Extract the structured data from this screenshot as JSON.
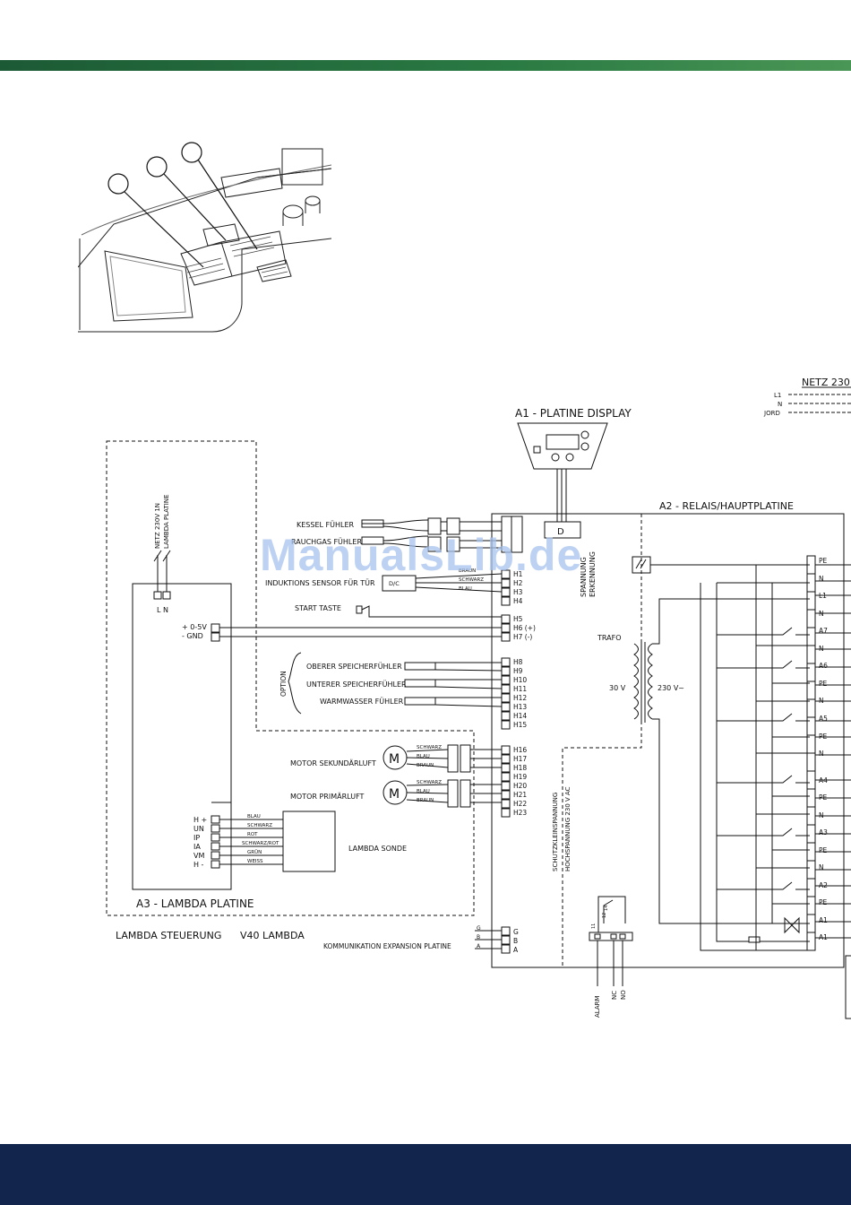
{
  "header": {
    "band_color": "#1e6b3a"
  },
  "footer": {
    "band_color": "#12264d"
  },
  "photo": {
    "callouts": 3
  },
  "watermark": "ManualsLib.de",
  "netz": {
    "title": "NETZ 230",
    "lines": [
      "L1",
      "N",
      "JORD"
    ]
  },
  "a1": {
    "title": "A1 - PLATINE DISPLAY",
    "d_label": "D"
  },
  "a2": {
    "title": "A2 - RELAIS/HAUPTPLATINE",
    "spannung": "SPANNUNG",
    "erkennung": "ERKENNUNG",
    "trafo": "TRAFO",
    "v30": "30 V",
    "v230": "230 V~",
    "schutz": "SCHUTZKLEINSPANNUNG",
    "hoch": "HOCHSPANNUNG 230 V AC",
    "alarm": "ALARM",
    "nc": "NC",
    "no": "NO",
    "relay_pins": [
      "14",
      "12",
      "11"
    ],
    "terminals_right": [
      "PE",
      "N",
      "L1",
      "N",
      "A7",
      "N",
      "A6",
      "PE",
      "N",
      "A5",
      "PE",
      "N",
      "A4",
      "PE",
      "N",
      "A3",
      "PE",
      "N",
      "A2",
      "PE",
      "A1",
      "A1"
    ]
  },
  "a3": {
    "title": "A3 - LAMBDA PLATINE",
    "netz_label": "NETZ 230V 1N",
    "netz_sub": "LAMBDA PLATINE",
    "ln": "L N",
    "v05": "+ 0-5V",
    "gnd": "- GND",
    "pins": [
      "H +",
      "UN",
      "IP",
      "IA",
      "VM",
      "H -"
    ],
    "wires": [
      "BLAU",
      "SCHWARZ",
      "ROT",
      "SCHWARZ/ROT",
      "GRÜN",
      "WEISS"
    ],
    "sonde": "LAMBDA SONDE"
  },
  "steuerung": {
    "left": "LAMBDA STEUERUNG",
    "right": "V40 LAMBDA"
  },
  "sensors": {
    "kessel": "KESSEL FÜHLER",
    "rauchgas": "RAUCHGAS FÜHLER",
    "induktion": "INDUKTIONS SENSOR FÜR TÜR",
    "dc": "D/C",
    "start": "START TASTE",
    "option": "OPTION",
    "oberer": "OBERER SPEICHERFÜHLER",
    "unterer": "UNTERER SPEICHERFÜHLER",
    "warmwasser": "WARMWASSER FÜHLER",
    "ind_wires": [
      "BRAUN",
      "SCHWARZ",
      "BLAU"
    ]
  },
  "motors": {
    "sek": "MOTOR SEKUNDÄRLUFT",
    "prim": "MOTOR PRIMÄRLUFT",
    "m": "M",
    "wires": [
      "SCHWARZ",
      "BLAU",
      "BRAUN"
    ]
  },
  "h_terminals": [
    "H1",
    "H2",
    "H3",
    "H4",
    "H5",
    "H6 (+)",
    "H7 (-)",
    "H8",
    "H9",
    "H10",
    "H11",
    "H12",
    "H13",
    "H14",
    "H15",
    "H16",
    "H17",
    "H18",
    "H19",
    "H20",
    "H21",
    "H22",
    "H23"
  ],
  "komm": {
    "label": "KOMMUNIKATION EXPANSION PLATINE",
    "pins": [
      "G",
      "B",
      "A"
    ]
  }
}
